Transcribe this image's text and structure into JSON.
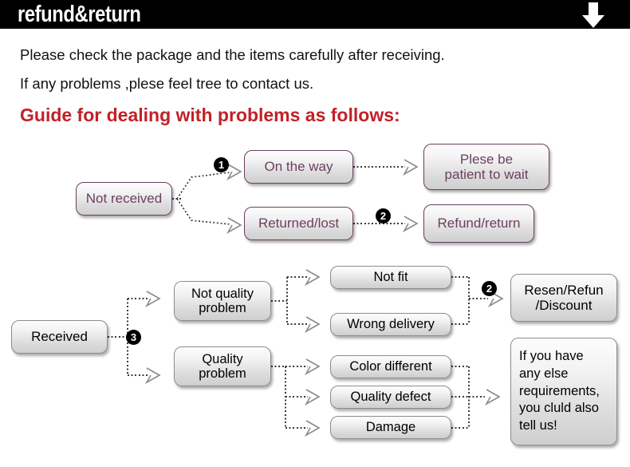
{
  "header": {
    "title": "refund&return",
    "arrow_icon": "arrow-down-icon",
    "background": "#000000",
    "text_color": "#ffffff"
  },
  "intro": {
    "line1": "Please check the package and the items carefully after receiving.",
    "line2": "If any problems ,plese feel tree to contact us.",
    "guide_heading": "Guide for dealing with problems as follows:",
    "guide_color": "#c22128"
  },
  "colors": {
    "purple_text": "#6c3f5f",
    "purple_border": "#6c3f5f",
    "gray_border": "#8d8d8d",
    "black_text": "#000000",
    "badge_bg": "#000000",
    "badge_text": "#ffffff",
    "box_gradient_top": "#fdfdfd",
    "box_gradient_bottom": "#cfcfcf"
  },
  "flow_not_received": {
    "start": "Not received",
    "branch_on_the_way": "On the way",
    "branch_returned_lost": "Returned/lost",
    "result_wait": "Plese be\npatient to wait",
    "result_refund": "Refund/return",
    "badge_1": "1",
    "badge_2": "2"
  },
  "flow_received": {
    "start": "Received",
    "badge_3": "3",
    "badge_2": "2",
    "not_quality_problem": "Not quality\nproblem",
    "quality_problem": "Quality\nproblem",
    "reasons_not_quality": [
      "Not fit",
      "Wrong delivery"
    ],
    "reasons_quality": [
      "Color different",
      "Quality defect",
      "Damage"
    ],
    "result_resend": "Resen/Refun\n/Discount",
    "result_note": "If you have\nany else\nrequirements,\nyou cluld also\ntell us!"
  }
}
